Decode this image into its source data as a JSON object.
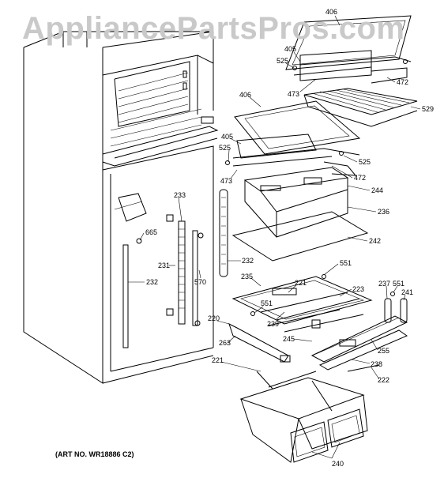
{
  "watermark": "AppliancePartsPros.com",
  "art_number": "(ART NO. WR18886 C2)",
  "callouts": [
    "406",
    "405",
    "525",
    "472",
    "473",
    "529",
    "406",
    "405",
    "525",
    "525",
    "472",
    "473",
    "244",
    "236",
    "242",
    "233",
    "665",
    "231",
    "570",
    "232",
    "232",
    "551",
    "235",
    "221",
    "223",
    "237",
    "551",
    "241",
    "551",
    "220",
    "239",
    "245",
    "255",
    "263",
    "238",
    "221",
    "222",
    "240"
  ]
}
